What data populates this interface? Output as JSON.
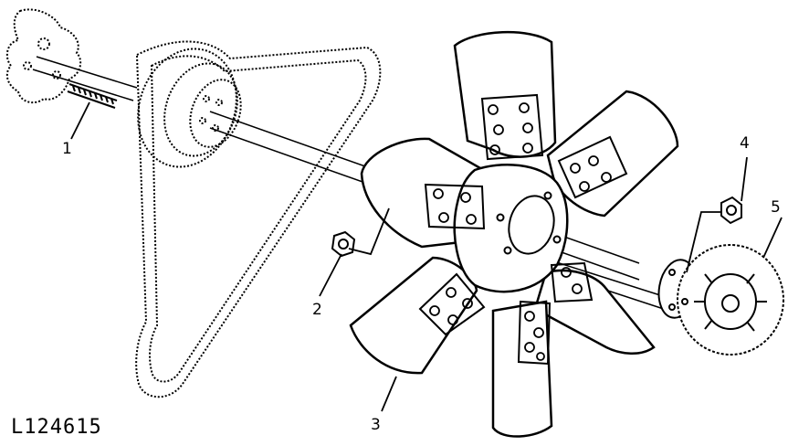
{
  "callouts": [
    {
      "id": "1",
      "label": "1"
    },
    {
      "id": "2",
      "label": "2"
    },
    {
      "id": "3",
      "label": "3"
    },
    {
      "id": "4",
      "label": "4"
    },
    {
      "id": "5",
      "label": "5"
    }
  ],
  "figure_id": "L124615",
  "colors": {
    "line": "#000000",
    "background": "#ffffff"
  }
}
